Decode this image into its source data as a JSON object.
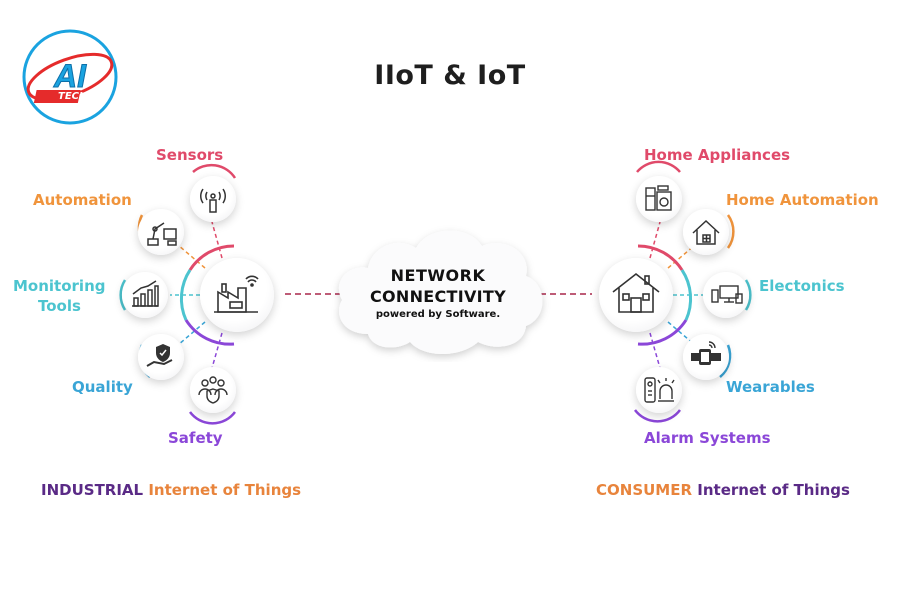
{
  "title": "IIoT & IoT",
  "logo": {
    "top_text": "AI",
    "bottom_text": "TECH",
    "colors": {
      "blue": "#1aa3e0",
      "red": "#e52b2b"
    }
  },
  "center": {
    "line1": "NETWORK",
    "line2": "CONNECTIVITY",
    "line3": "powered by Software."
  },
  "industrial": {
    "items": [
      {
        "label": "Sensors",
        "icon": "sensor-icon",
        "color": "#e04a6a"
      },
      {
        "label": "Automation",
        "icon": "robot-arm-icon",
        "color": "#f0943c"
      },
      {
        "label_line1": "Monitoring",
        "label_line2": "Tools",
        "icon": "bar-chart-icon",
        "color": "#4cc4cf"
      },
      {
        "label": "Quality",
        "icon": "shield-hand-icon",
        "color": "#3aa5d6"
      },
      {
        "label": "Safety",
        "icon": "team-shield-icon",
        "color": "#8b47d8"
      }
    ],
    "hub_icon": "factory-icon",
    "footer": {
      "strong": "INDUSTRIAL",
      "rest": "Internet of Things"
    }
  },
  "consumer": {
    "items": [
      {
        "label": "Home Appliances",
        "icon": "appliances-icon",
        "color": "#e04a6a"
      },
      {
        "label": "Home Automation",
        "icon": "smart-home-icon",
        "color": "#f0943c"
      },
      {
        "label": "Electonics",
        "icon": "devices-icon",
        "color": "#4cc4cf"
      },
      {
        "label": "Wearables",
        "icon": "smartwatch-icon",
        "color": "#3aa5d6"
      },
      {
        "label": "Alarm Systems",
        "icon": "alarm-icon",
        "color": "#8b47d8"
      }
    ],
    "hub_icon": "house-icon",
    "footer": {
      "strong": "CONSUMER",
      "rest": "Internet of Things"
    }
  }
}
